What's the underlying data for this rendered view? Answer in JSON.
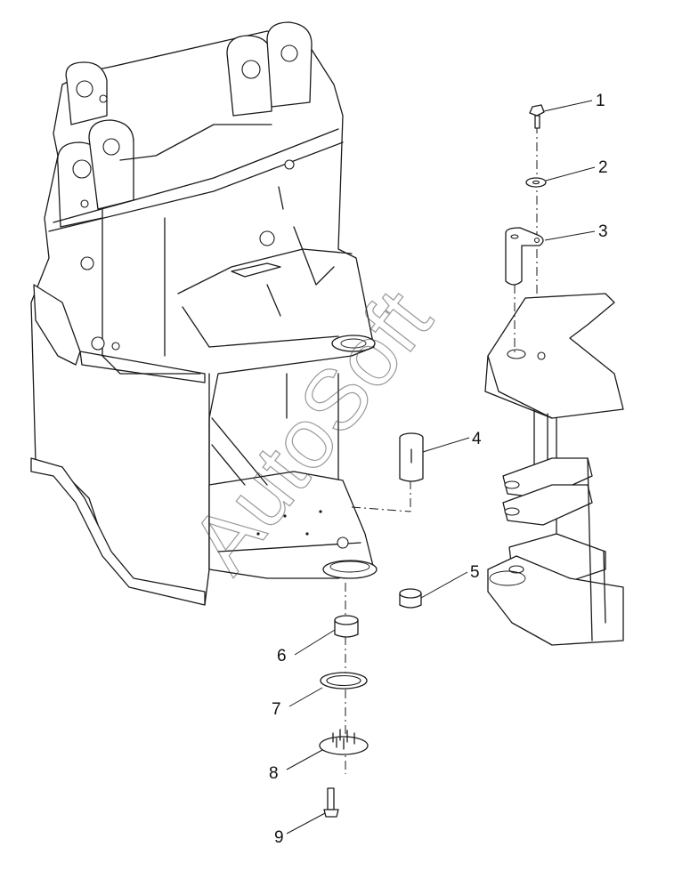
{
  "watermark": "AutoSoft",
  "callouts": [
    {
      "id": "1",
      "label": "1",
      "part": "bolt"
    },
    {
      "id": "2",
      "label": "2",
      "part": "washer"
    },
    {
      "id": "3",
      "label": "3",
      "part": "retaining-plate-pin"
    },
    {
      "id": "4",
      "label": "4",
      "part": "pivot-pin"
    },
    {
      "id": "5",
      "label": "5",
      "part": "bushing"
    },
    {
      "id": "6",
      "label": "6",
      "part": "bushing"
    },
    {
      "id": "7",
      "label": "7",
      "part": "shim-ring"
    },
    {
      "id": "8",
      "label": "8",
      "part": "grease-plate"
    },
    {
      "id": "9",
      "label": "9",
      "part": "bolt"
    }
  ],
  "colors": {
    "line": "#1a1a1a",
    "background": "#ffffff"
  }
}
